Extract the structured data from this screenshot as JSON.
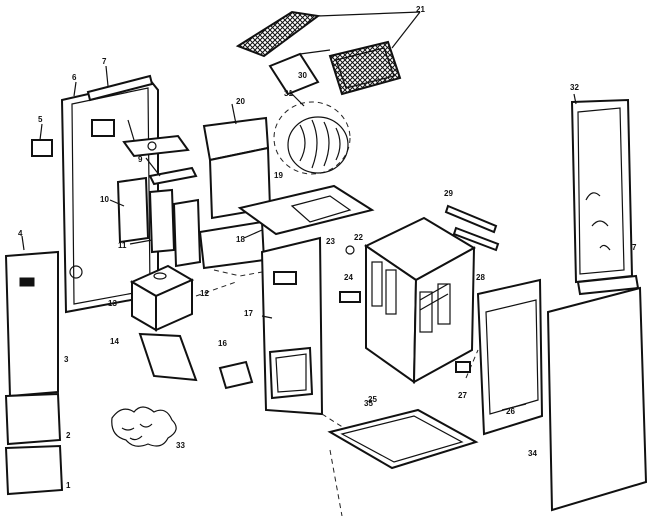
{
  "callouts": [
    {
      "id": "1",
      "text": "1"
    },
    {
      "id": "2",
      "text": "2"
    },
    {
      "id": "3",
      "text": "3"
    },
    {
      "id": "4",
      "text": "4"
    },
    {
      "id": "5",
      "text": "5"
    },
    {
      "id": "6",
      "text": "6"
    },
    {
      "id": "7a",
      "text": "7"
    },
    {
      "id": "7b",
      "text": "7"
    },
    {
      "id": "9",
      "text": "9"
    },
    {
      "id": "10",
      "text": "10"
    },
    {
      "id": "11",
      "text": "11"
    },
    {
      "id": "12",
      "text": "12"
    },
    {
      "id": "13",
      "text": "13"
    },
    {
      "id": "14",
      "text": "14"
    },
    {
      "id": "16",
      "text": "16"
    },
    {
      "id": "17",
      "text": "17"
    },
    {
      "id": "18",
      "text": "18"
    },
    {
      "id": "19",
      "text": "19"
    },
    {
      "id": "20",
      "text": "20"
    },
    {
      "id": "21",
      "text": "21"
    },
    {
      "id": "22",
      "text": "22"
    },
    {
      "id": "23",
      "text": "23"
    },
    {
      "id": "24",
      "text": "24"
    },
    {
      "id": "25",
      "text": "25"
    },
    {
      "id": "26",
      "text": "26"
    },
    {
      "id": "27",
      "text": "27"
    },
    {
      "id": "28",
      "text": "28"
    },
    {
      "id": "29",
      "text": "29"
    },
    {
      "id": "30",
      "text": "30"
    },
    {
      "id": "31",
      "text": "31"
    },
    {
      "id": "32",
      "text": "32"
    },
    {
      "id": "33",
      "text": "33"
    },
    {
      "id": "34",
      "text": "34"
    },
    {
      "id": "35",
      "text": "35"
    }
  ]
}
